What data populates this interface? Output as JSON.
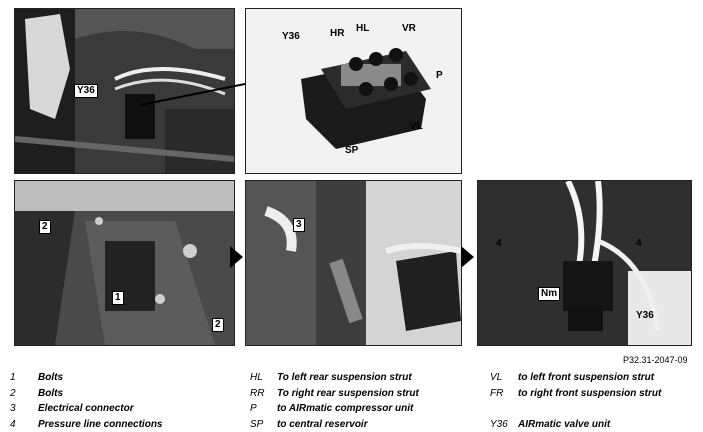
{
  "callouts": {
    "y36_topleft": "Y36",
    "y36_detail": "Y36",
    "hr": "HR",
    "hl": "HL",
    "vr": "VR",
    "p": "P",
    "vl": "VL",
    "sp": "SP",
    "two_a": "2",
    "two_b": "2",
    "one": "1",
    "three": "3",
    "four_a": "4",
    "four_b": "4",
    "nm": "Nm",
    "y36_br": "Y36"
  },
  "figure_ref": "P32.31-2047-09",
  "legend": {
    "col1": [
      {
        "key": "1",
        "text": "Bolts"
      },
      {
        "key": "2",
        "text": "Bolts"
      },
      {
        "key": "3",
        "text": "Electrical connector"
      },
      {
        "key": "4",
        "text": "Pressure line connections"
      }
    ],
    "col2": [
      {
        "key": "HL",
        "text": "To left rear suspension strut"
      },
      {
        "key": "RR",
        "text": "To right rear suspension strut"
      },
      {
        "key": "P",
        "text": "to AIRmatic compressor unit"
      },
      {
        "key": "SP",
        "text": "to central reservoir"
      }
    ],
    "col3": [
      {
        "key": "VL",
        "text": "to left front suspension strut"
      },
      {
        "key": "FR",
        "text": "to right front suspension strut"
      },
      {
        "key": "",
        "text": ""
      },
      {
        "key": "Y36",
        "text": "AIRmatic valve unit"
      }
    ]
  }
}
